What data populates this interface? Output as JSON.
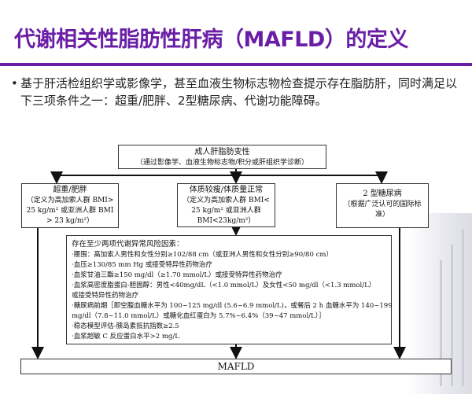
{
  "slide": {
    "title": "代谢相关性脂肪性肝病（MAFLD）的定义",
    "bullet_marker": "•",
    "bullet_text": "基于肝活检组织学或影像学，甚至血液生物标志物检查提示存在脂肪肝，同时满足以下三项条件之一：超重/肥胖、2型糖尿病、代谢功能障碍。"
  },
  "diagram": {
    "top": {
      "title": "成人肝脂肪变性",
      "subtitle": "（通过影像学、血液生物标志物/积分或肝组织学诊断）"
    },
    "left": {
      "title": "超重/肥胖",
      "line2": "（定义为高加索人群 BMI>",
      "line3": "25 kg/m² 或亚洲人群 BMI",
      "line4": "> 23 kg/m²）"
    },
    "middle": {
      "title": "体质较瘦/体质量正常",
      "line2": "（定义为高加索人群 BMI<",
      "line3": "25 kg/m² 或亚洲人群",
      "line4": "BMI<23kg/m²）"
    },
    "right": {
      "title": "2 型糖尿病",
      "line2": "（根据广泛认可的国际标",
      "line3": "准）"
    },
    "risk": {
      "header": "存在至少两项代谢异常风险因素：",
      "items": [
        "·腰围：高加索人男性和女性分别≥102/88 cm（或亚洲人男性和女性分别≥90/80 cm）",
        "·血压≥130/85 mm Hg 或接受特异性药物治疗",
        "·血浆甘油三酯≥150 mg/dl（≥1.70 mmol/L）或接受特异性药物治疗",
        "·血浆高密度脂蛋白-胆固醇：男性<40mg/dL（<1.0 mmol/L）及女性<50 mg/dl（<1.3 mmol/L）",
        "  或接受特异性药物治疗",
        "·糖尿病前期［即空腹血糖水平为 100~125 mg/dl (5.6~6.9 mmol/L)，或餐后 2 h 血糖水平为 140~199",
        "  mg/dl（7.8~11.0 mmol/L）或糖化血红蛋白为 5.7%~6.4%（39~47 mmol/L）］",
        "·稳态模型评估-胰岛素抵抗指数≥2.5",
        "·血浆超敏 C 反应蛋白水平>2 mg/L"
      ]
    },
    "bottom": {
      "label": "MAFLD"
    }
  },
  "colors": {
    "title": "#6a1ea6",
    "rule": "#6a1ea6",
    "border": "#333333",
    "background": "#ffffff"
  }
}
